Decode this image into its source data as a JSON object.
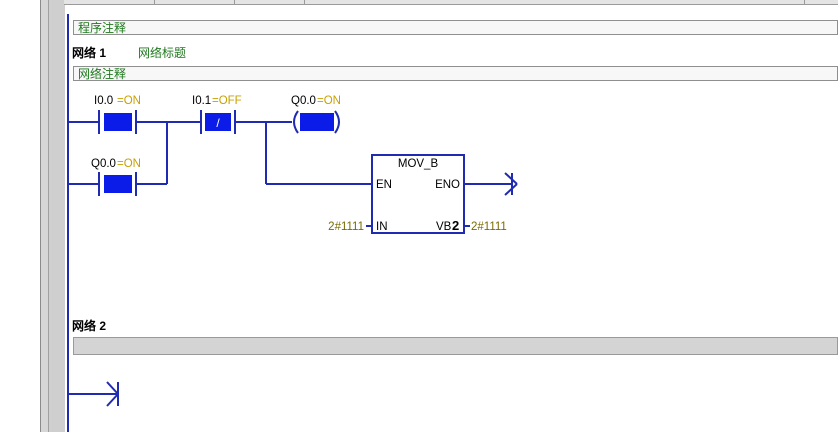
{
  "program_comment": "程序注释",
  "network1": {
    "label": "网络 1",
    "title": "网络标题",
    "comment": "网络注释",
    "contact1": {
      "address": "I0.0",
      "state": "=ON"
    },
    "contact2": {
      "address": "I0.1",
      "state": "=OFF",
      "symbol": "/"
    },
    "contact3": {
      "address": "Q0.0",
      "state": "=ON"
    },
    "coil": {
      "address": "Q0.0",
      "state": "=ON"
    },
    "box": {
      "name": "MOV_B",
      "en": "EN",
      "eno": "ENO",
      "in_pin": "IN",
      "out_pin_prefix": "VB",
      "out_pin_bold": "2",
      "in_value": "2#1111",
      "out_value": "2#1111"
    }
  },
  "network2": {
    "label": "网络 2"
  },
  "colors": {
    "wire": "#1f2bb0",
    "fill": "#0b1be8",
    "status_olive": "#7a6a00",
    "status_on": "#c8a000",
    "comment_green": "#1f7a1f"
  }
}
